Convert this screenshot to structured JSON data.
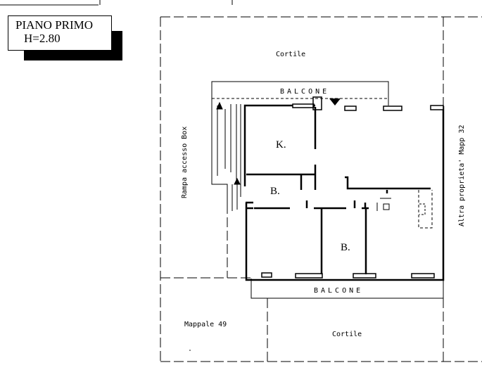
{
  "title": {
    "line1": "PIANO PRIMO",
    "line2": "H=2.80"
  },
  "labels": {
    "cortile_top": "Cortile",
    "cortile_bottom": "Cortile",
    "balcone_top": "BALCONE",
    "balcone_bottom": "BALCONE",
    "rampa": "Rampa accesso Box",
    "altra": "Altra proprieta' Mapp 32",
    "mappale": "Mappale 49",
    "room_k": "K.",
    "room_b1": "B.",
    "room_b2": "B."
  }
}
